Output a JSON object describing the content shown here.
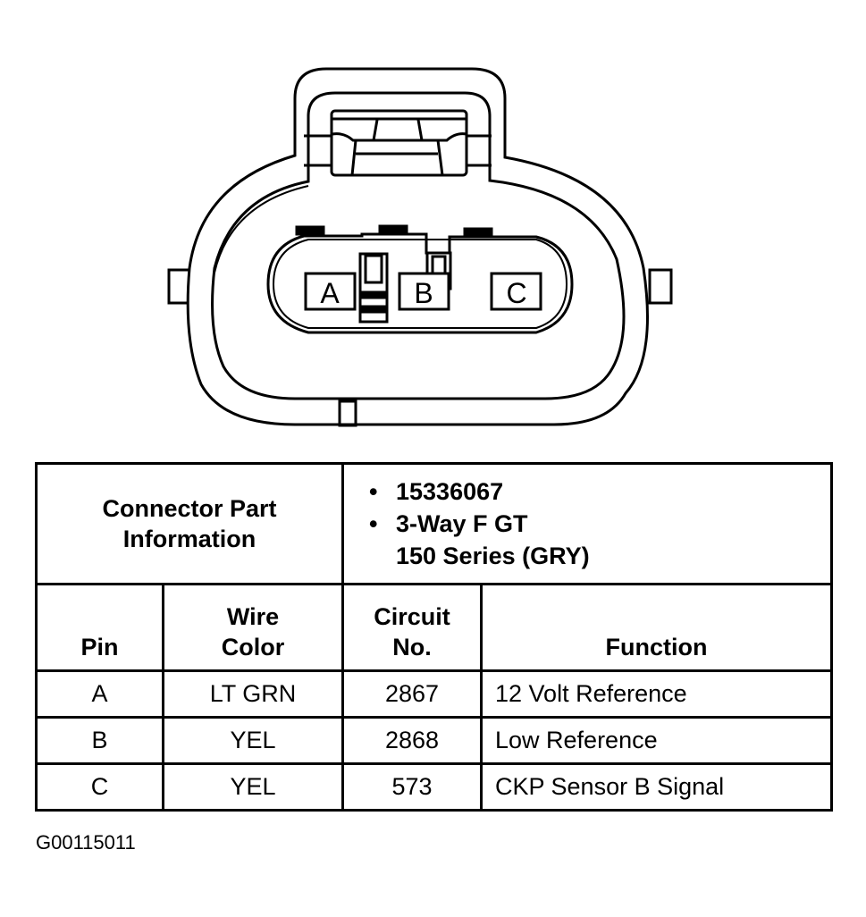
{
  "connector": {
    "pins": [
      "A",
      "B",
      "C"
    ]
  },
  "table": {
    "info_label": [
      "Connector Part",
      "Information"
    ],
    "info_items": [
      "15336067",
      "3-Way F GT",
      "150 Series (GRY)"
    ],
    "bullet": "•",
    "headers": {
      "pin": "Pin",
      "wire_color": [
        "Wire",
        "Color"
      ],
      "circuit": [
        "Circuit",
        "No."
      ],
      "function": "Function"
    },
    "rows": [
      {
        "pin": "A",
        "wire_color": "LT GRN",
        "circuit": "2867",
        "function": "12 Volt Reference"
      },
      {
        "pin": "B",
        "wire_color": "YEL",
        "circuit": "2868",
        "function": "Low Reference"
      },
      {
        "pin": "C",
        "wire_color": "YEL",
        "circuit": "573",
        "function": "CKP Sensor B Signal"
      }
    ]
  },
  "figure_id": "G00115011"
}
